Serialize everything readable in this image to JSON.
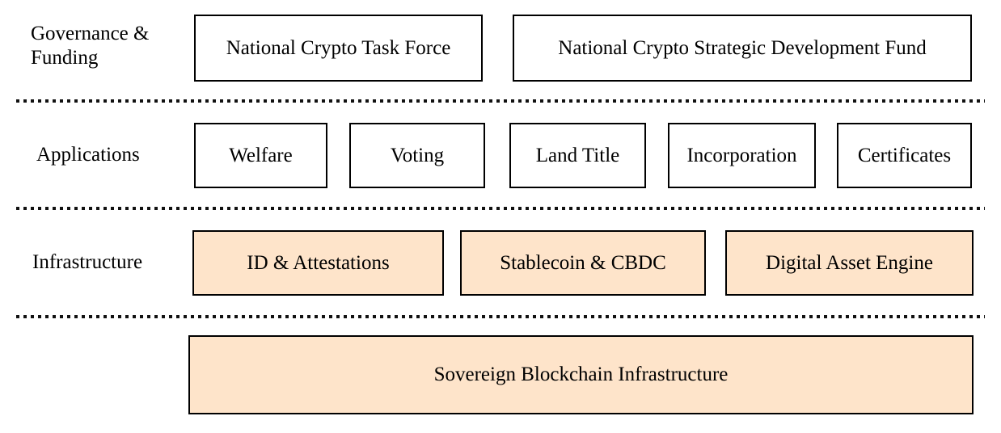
{
  "figure": {
    "layers": [
      {
        "label": "Governance & Funding",
        "boxes": [
          {
            "label": "National Crypto Task Force"
          },
          {
            "label": "National Crypto Strategic Development Fund"
          }
        ]
      },
      {
        "label": "Applications",
        "boxes": [
          {
            "label": "Welfare"
          },
          {
            "label": "Voting"
          },
          {
            "label": "Land Title"
          },
          {
            "label": "Incorporation"
          },
          {
            "label": "Certificates"
          }
        ]
      },
      {
        "label": "Infrastructure",
        "boxes": [
          {
            "label": "ID & Attestations"
          },
          {
            "label": "Stablecoin & CBDC"
          },
          {
            "label": "Digital Asset Engine"
          }
        ]
      },
      {
        "boxes": [
          {
            "label": "Sovereign Blockchain Infrastructure"
          }
        ]
      }
    ],
    "colors": {
      "highlight_fill": "#FEE4CA",
      "box_border": "#000000",
      "background": "#FFFFFF",
      "text": "#000000",
      "divider": "#111111"
    }
  }
}
